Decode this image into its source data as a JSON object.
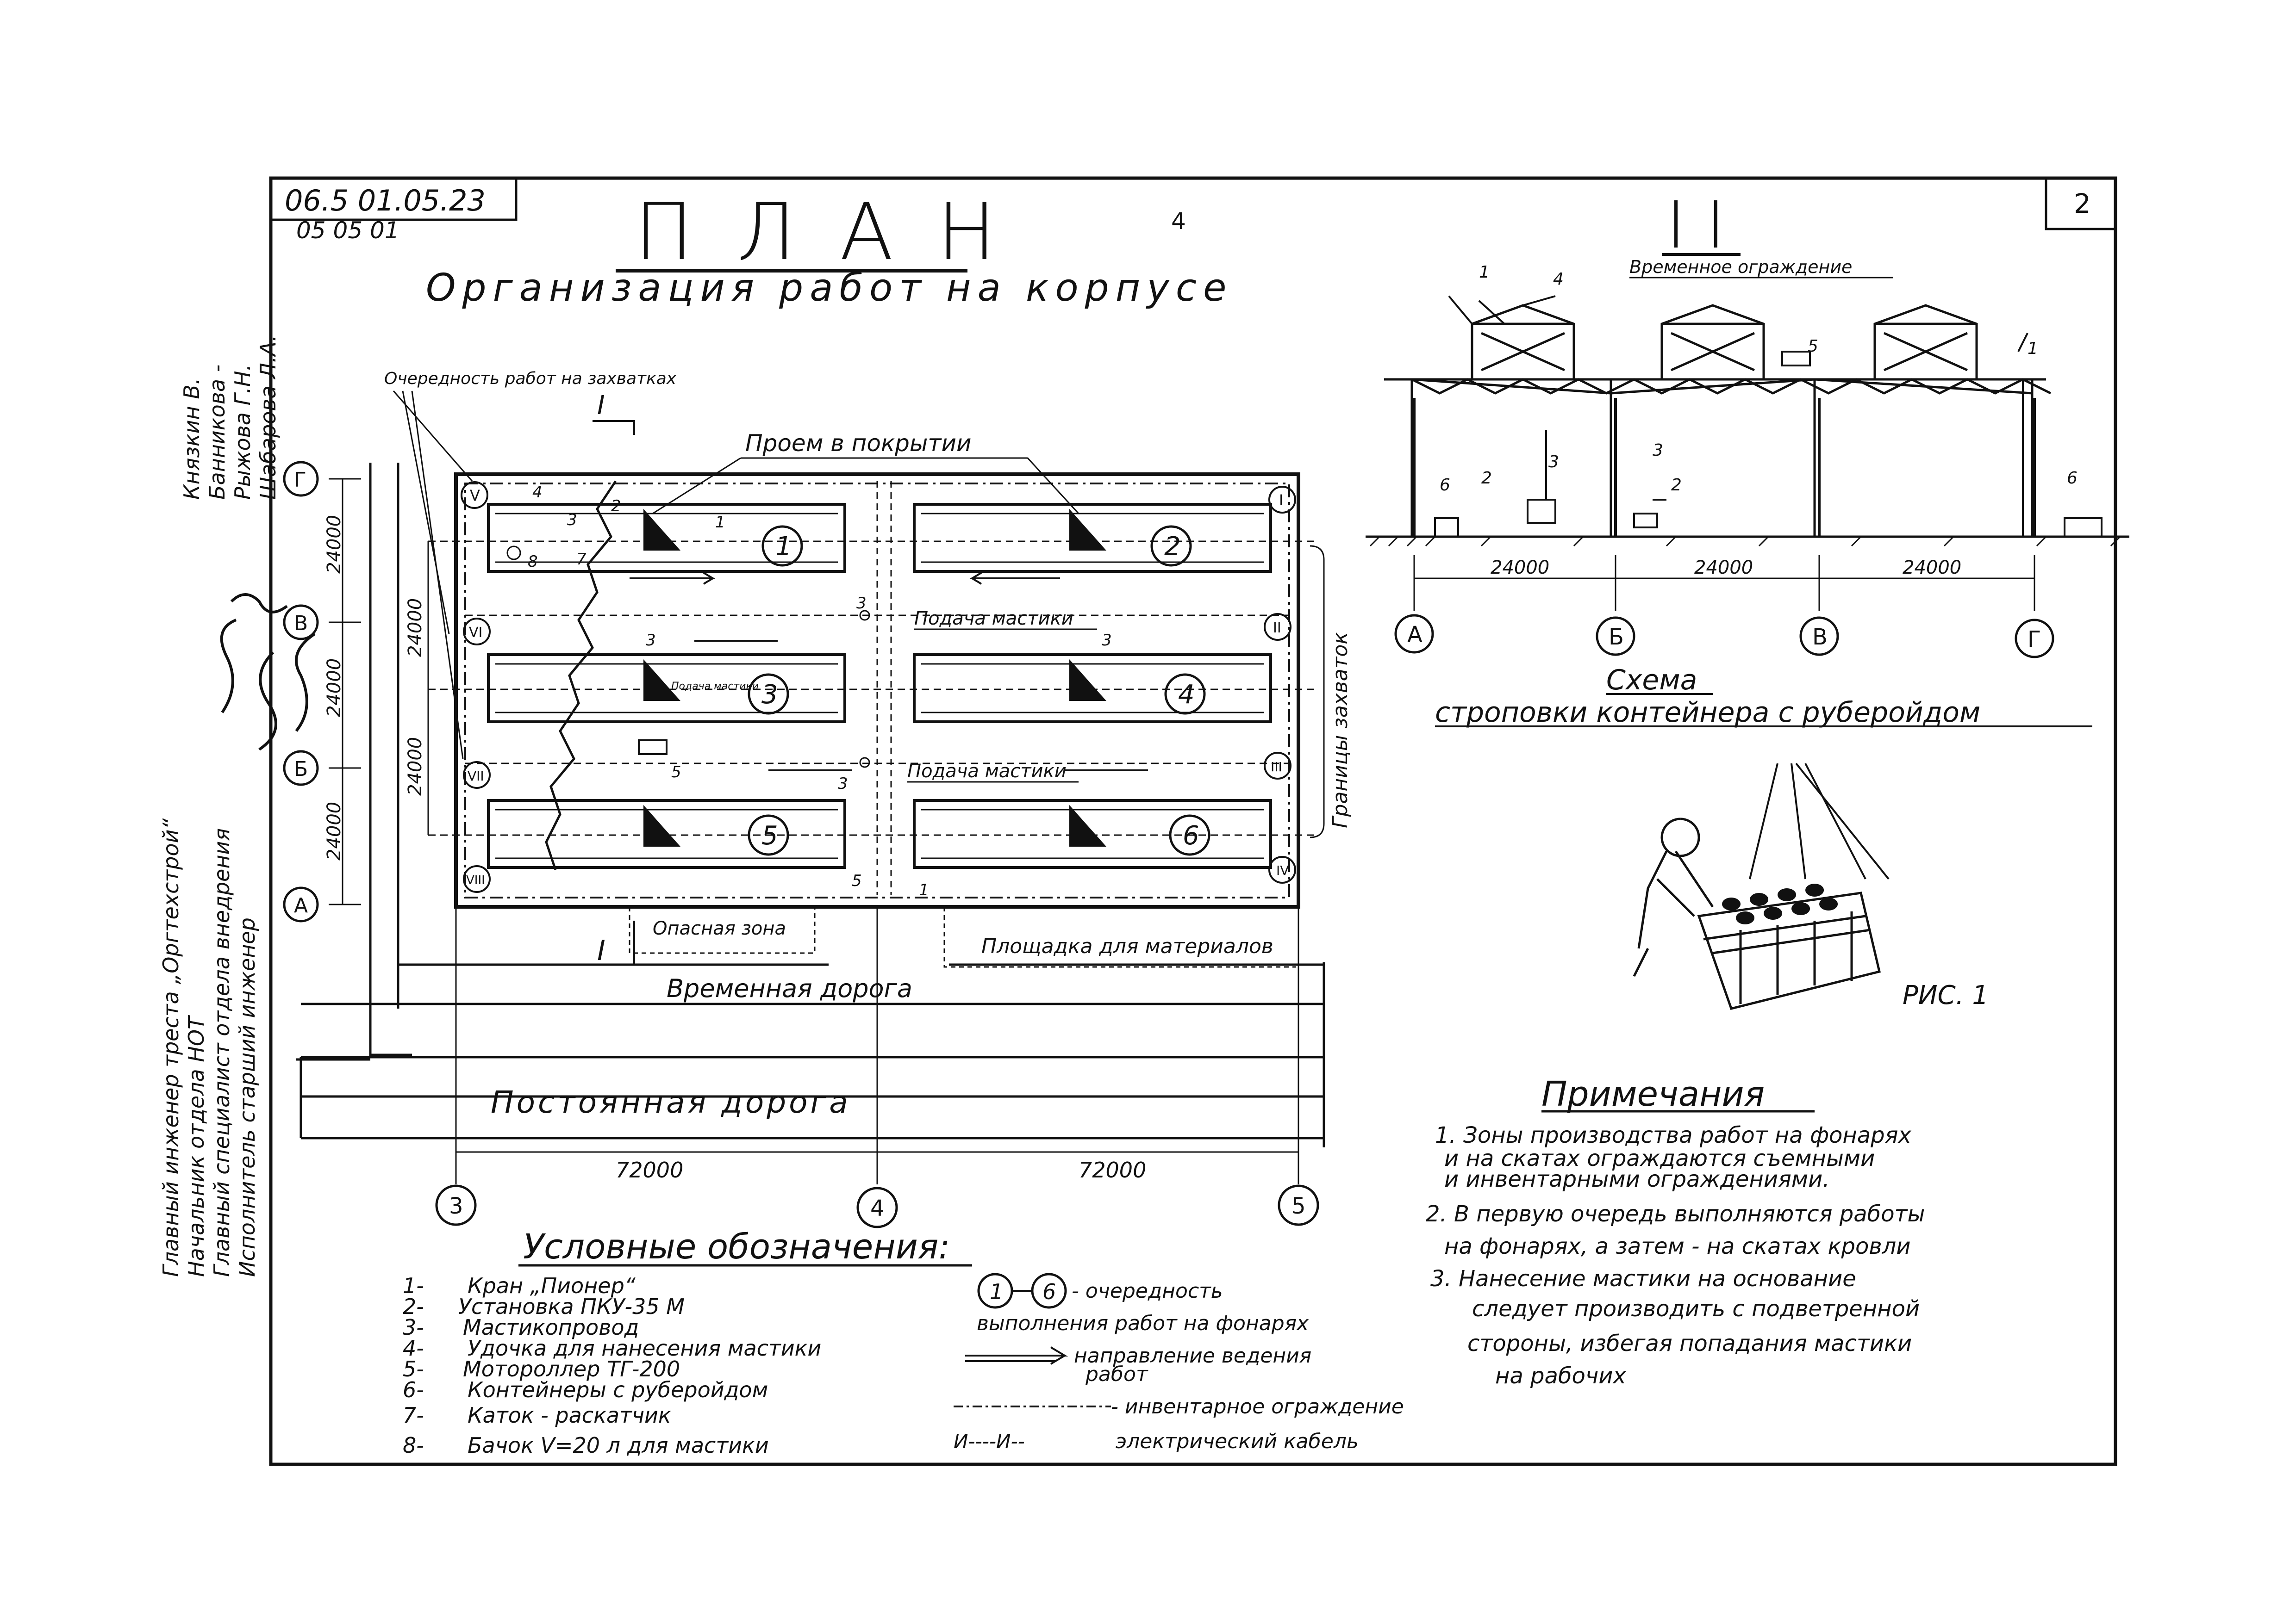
{
  "stamp": {
    "code": "06.5 01.05.23",
    "subcode": "05 05 01",
    "page": "4",
    "sheet": "2"
  },
  "title": {
    "main": "П Л А Н",
    "sub": "Организация работ на корпусе"
  },
  "section": {
    "mark": "I I",
    "label": "Временное ограждение",
    "axis_dims": [
      "24000",
      "24000",
      "24000"
    ],
    "axes": [
      "А",
      "Б",
      "В",
      "Г"
    ],
    "callouts": [
      "1",
      "4",
      "5",
      "3",
      "2",
      "3",
      "2",
      "6",
      "1",
      "6"
    ]
  },
  "plan": {
    "zone_order_label": "Очередность работ на захватках",
    "opening_label": "Проем в покрытии",
    "mastic_feed_1": "Подача мастики",
    "mastic_feed_2": "Подача мастики",
    "mastic_feed_small": "Подача мастики",
    "boundary_label": "Границы захваток",
    "danger_zone": "Опасная зона",
    "material_area": "Площадка для материалов",
    "temp_road": "Временная дорога",
    "perm_road": "Постоянная дорога",
    "section_mark": "I",
    "bays": [
      "1",
      "2",
      "3",
      "4",
      "5",
      "6"
    ],
    "zone_marks": [
      "V",
      "I",
      "VI",
      "II",
      "VII",
      "III",
      "VIII",
      "IV"
    ],
    "row_axes": [
      "Г",
      "В",
      "Б",
      "А"
    ],
    "col_axes": [
      "3",
      "4",
      "5"
    ],
    "dims_left": [
      "24000",
      "24000",
      "24000"
    ],
    "dims_inner": [
      "24000",
      "24000"
    ],
    "dims_bottom": [
      "72000",
      "72000"
    ],
    "small_marks": [
      "4",
      "3",
      "2",
      "1",
      "8",
      "7",
      "3",
      "3",
      "3",
      "5",
      "3",
      "5",
      "1"
    ]
  },
  "side_signatures": [
    "Главный инженер треста „Оргтехстрой“",
    "Начальник отдела НОТ",
    "Главный специалист отдела внедрения",
    "Исполнитель старший инженер",
    "Князкин В.",
    "Банникова -",
    "Рыжова Г.Н.",
    "Шабарова Л.А."
  ],
  "scheme": {
    "title_1": "Схема",
    "title_2": "строповки контейнера с руберойдом",
    "fig": "РИС. 1"
  },
  "legend": {
    "title": "Условные обозначения:",
    "items": [
      {
        "n": "1-",
        "text": "Кран „Пионер“"
      },
      {
        "n": "2-",
        "text": "Установка ПКУ-35 М"
      },
      {
        "n": "3-",
        "text": "Мастикопровод"
      },
      {
        "n": "4-",
        "text": "Удочка для нанесения мастики"
      },
      {
        "n": "5-",
        "text": "Мотороллер ТГ-200"
      },
      {
        "n": "6-",
        "text": "Контейнеры с руберойдом"
      },
      {
        "n": "7-",
        "text": "Каток - раскатчик"
      },
      {
        "n": "8-",
        "text": "Бачок V=20 л для мастики"
      }
    ],
    "seq_a": "1",
    "seq_b": "6",
    "seq_text_1": "- очередность",
    "seq_text_2": "выполнения работ на фонарях",
    "dir_text_1": "направление ведения",
    "dir_text_2": "работ",
    "fence_text": "- инвентарное ограждение",
    "cable_text": "электрический кабель",
    "cable_prefix": "И----И--"
  },
  "notes": {
    "title": "Примечания",
    "lines": [
      "1. Зоны производства работ на фонарях",
      "и на скатах ограждаются съемными",
      "и инвентарными ограждениями.",
      "2. В первую очередь выполняются работы",
      "на фонарях, а затем - на скатах кровли",
      "3. Нанесение мастики на основание",
      "следует производить с подветренной",
      "стороны, избегая попадания мастики",
      "на рабочих"
    ]
  }
}
